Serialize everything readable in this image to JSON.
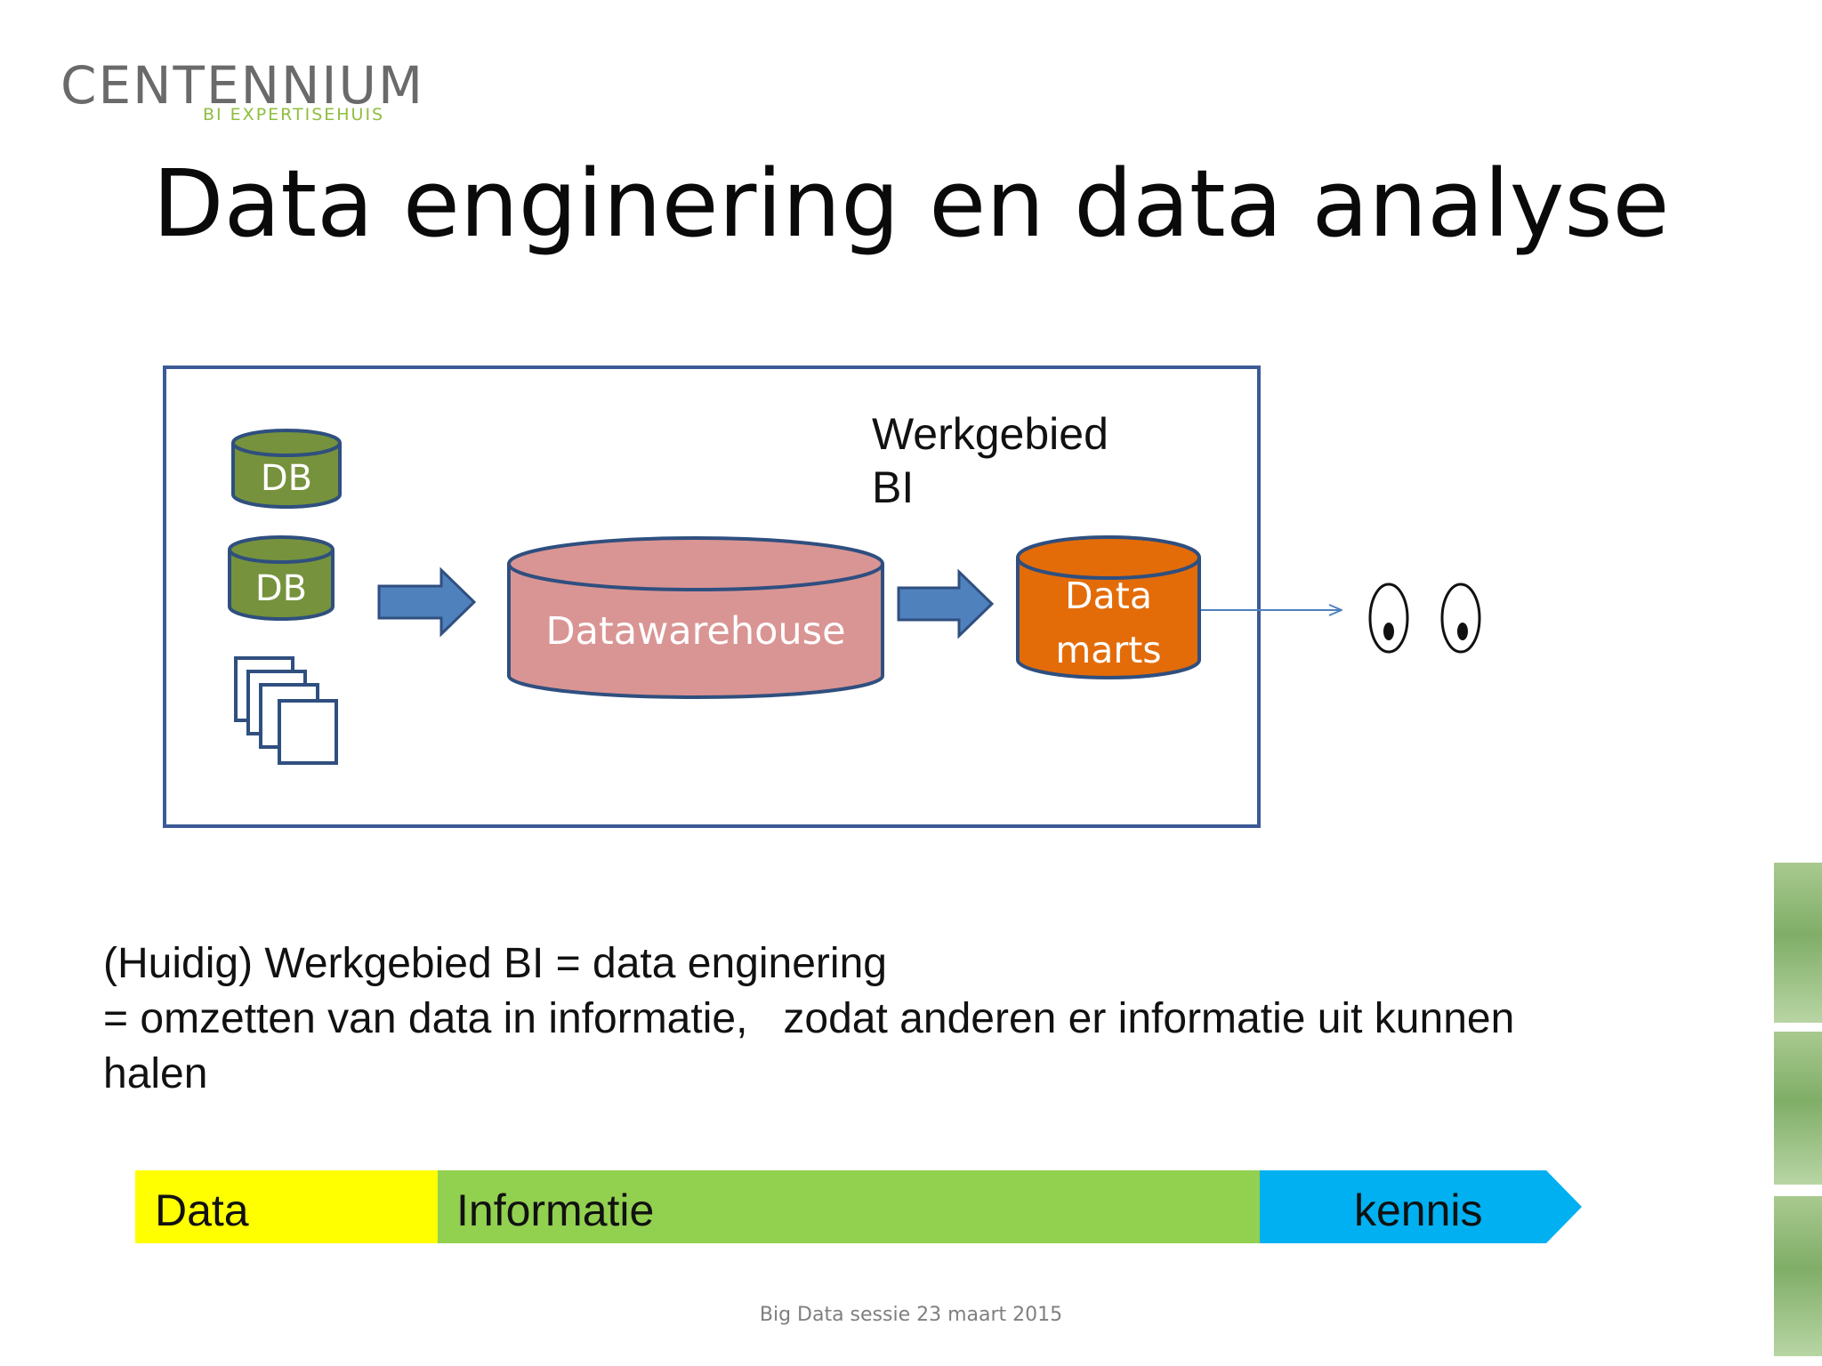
{
  "logo": {
    "main": "CENTENNIUM",
    "sub": "BI EXPERTISEHUIS"
  },
  "title": "Data enginering en data analyse",
  "diagram": {
    "workarea_label_line1": "Werkgebied",
    "workarea_label_line2": "BI",
    "source_db_1": "DB",
    "source_db_2": "DB",
    "warehouse": "Datawarehouse",
    "datamarts_line1": "Data",
    "datamarts_line2": "marts",
    "colors": {
      "frame": "#3c5a96",
      "db_fill": "#76923c",
      "warehouse_fill": "#d99594",
      "datamarts_fill": "#e36c09",
      "arrow_fill": "#4f81bd"
    }
  },
  "body_text": {
    "line1": "(Huidig) Werkgebied BI = data enginering",
    "line2": "= omzetten van data in informatie,   zodat anderen er informatie uit kunnen",
    "line3": "halen"
  },
  "bar": {
    "data_label": "Data",
    "info_label": "Informatie",
    "kennis_label": "kennis",
    "colors": {
      "data": "#ffff00",
      "info": "#92d050",
      "kennis": "#00b0f0"
    }
  },
  "footer": "Big Data sessie 23 maart 2015"
}
